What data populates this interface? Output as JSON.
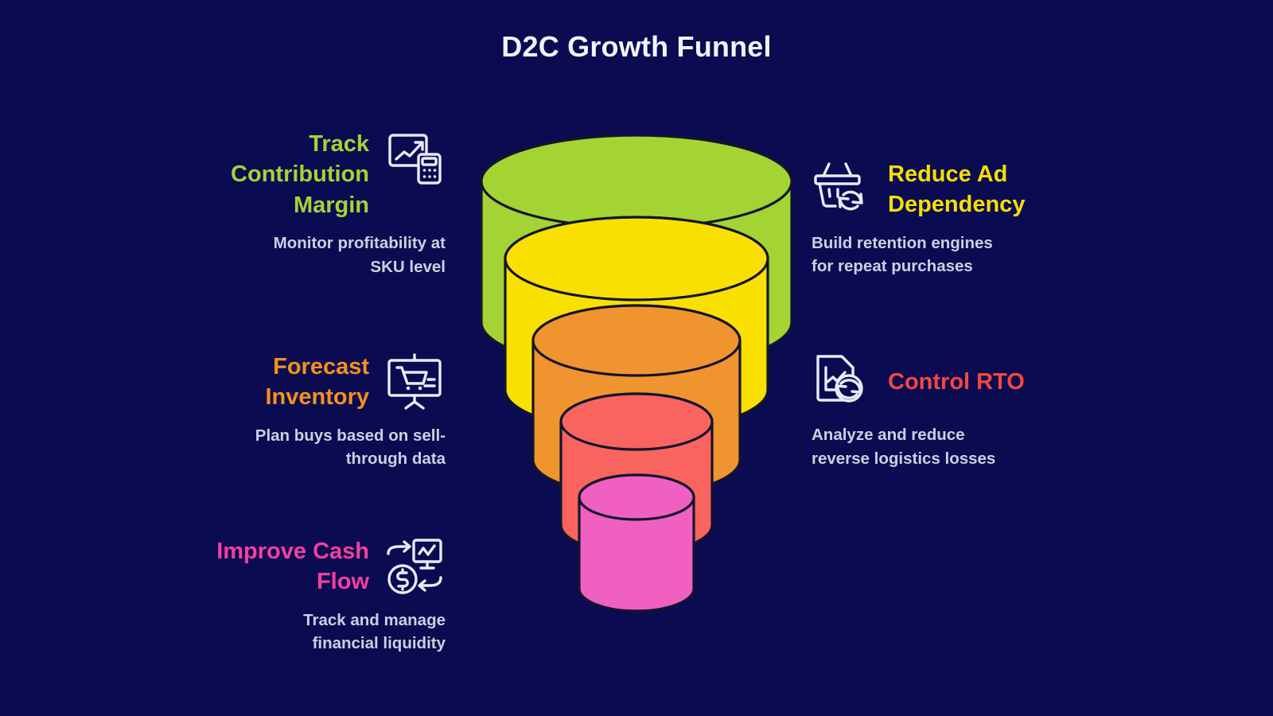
{
  "title": "D2C Growth Funnel",
  "theme": {
    "background": "#0b0b52",
    "title_color": "#f2f3fb",
    "description_color": "#ccd0e0",
    "stroke": "#14142e"
  },
  "funnel": {
    "type": "funnel",
    "orientation": "vertical",
    "stages": [
      {
        "name": "stage-1",
        "color": "#a4d334",
        "label": ""
      },
      {
        "name": "stage-2",
        "color": "#fae000",
        "label": ""
      },
      {
        "name": "stage-3",
        "color": "#f0942f",
        "label": ""
      },
      {
        "name": "stage-4",
        "color": "#f9645f",
        "label": ""
      },
      {
        "name": "stage-5",
        "color": "#f060c0",
        "label": ""
      }
    ]
  },
  "left_items": [
    {
      "id": "track-contribution-margin",
      "heading": "Track\nContribution\nMargin",
      "color": "#a4d334",
      "description": "Monitor profitability at\nSKU level",
      "icon": "chart-calculator-icon"
    },
    {
      "id": "forecast-inventory",
      "heading": "Forecast\nInventory",
      "color": "#f4911e",
      "description": "Plan buys based on sell-\nthrough data",
      "icon": "presentation-cart-icon"
    },
    {
      "id": "improve-cash-flow",
      "heading": "Improve Cash\nFlow",
      "color": "#f33fa0",
      "description": "Track and manage\nfinancial liquidity",
      "icon": "cashflow-monitor-icon"
    }
  ],
  "right_items": [
    {
      "id": "reduce-ad-dependency",
      "heading": "Reduce Ad\nDependency",
      "color": "#f5df00",
      "description": "Build retention engines\nfor repeat purchases",
      "icon": "basket-refresh-icon"
    },
    {
      "id": "control-rto",
      "heading": "Control RTO",
      "color": "#f4473f",
      "description": "Analyze and reduce\nreverse logistics losses",
      "icon": "document-chart-refresh-icon"
    }
  ]
}
